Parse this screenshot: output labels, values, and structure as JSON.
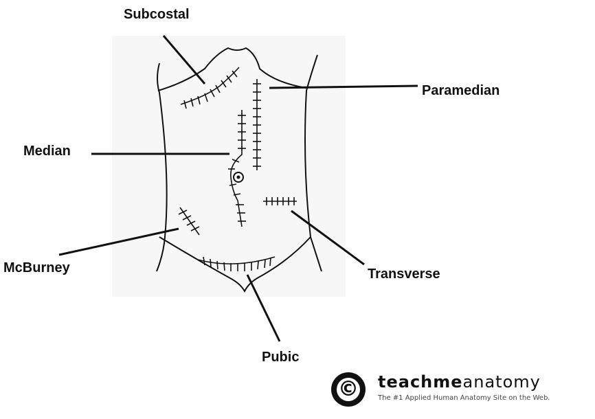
{
  "labels": {
    "subcostal": "Subcostal",
    "paramedian": "Paramedian",
    "median": "Median",
    "mcburney": "McBurney",
    "transverse": "Transverse",
    "pubic": "Pubic"
  },
  "logo": {
    "symbol": "©",
    "name_bold": "teachme",
    "name_rest": "anatomy",
    "tagline": "The #1 Applied Human Anatomy Site on the Web."
  },
  "colors": {
    "ink": "#111111",
    "background": "#ffffff"
  }
}
